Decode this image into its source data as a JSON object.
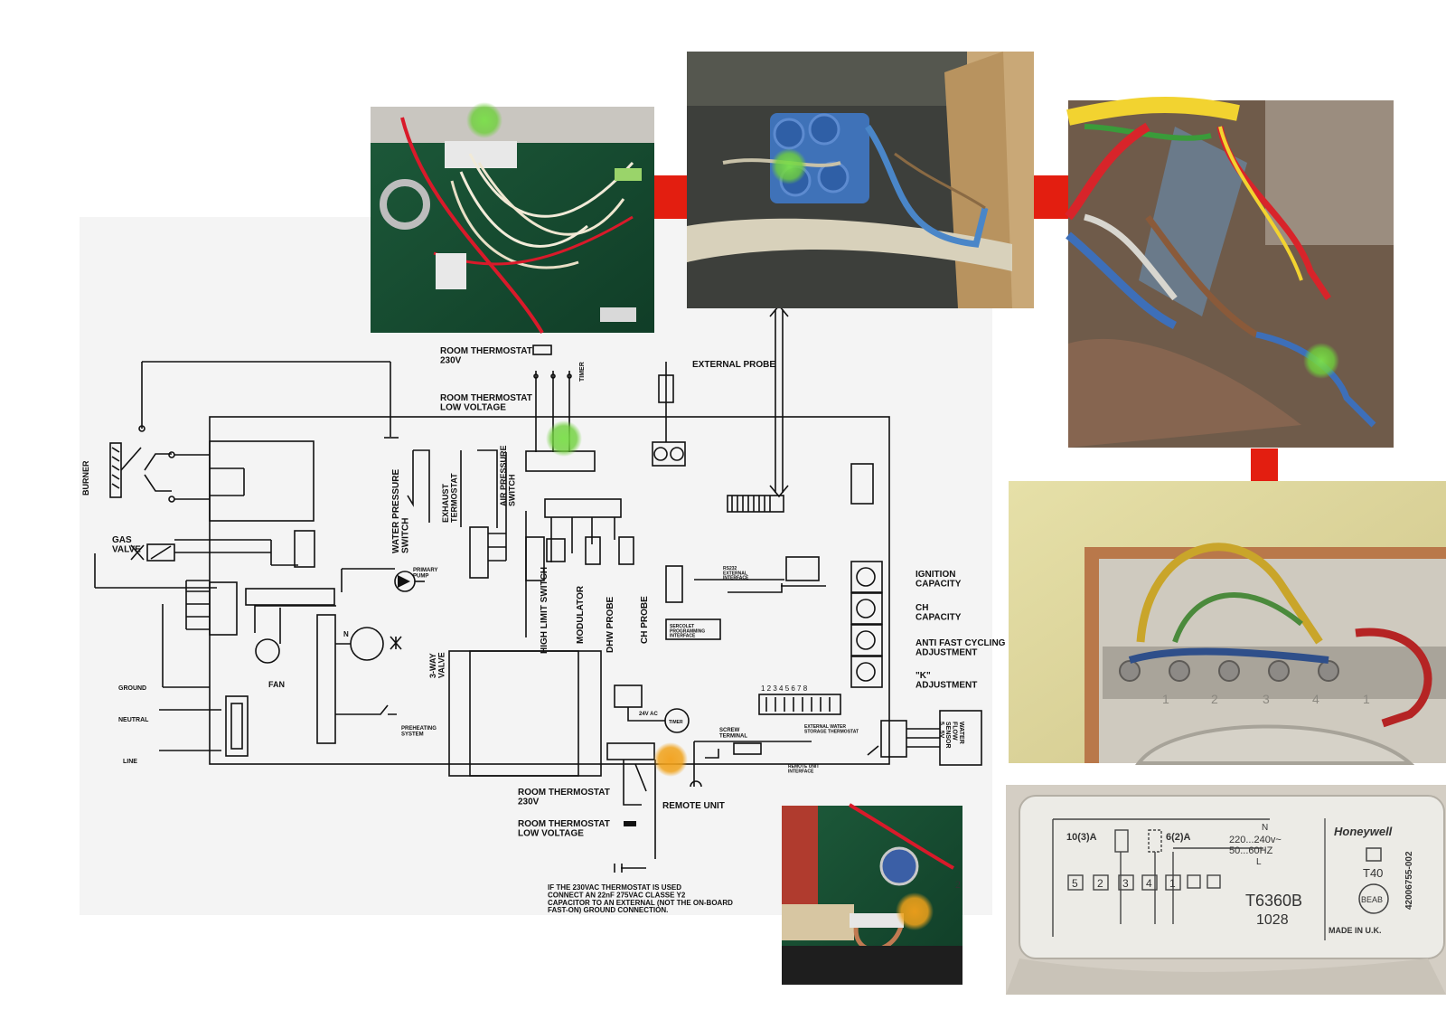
{
  "diagram": {
    "labels": {
      "room_thermostat_230v_top": "ROOM THERMOSTAT\n230V",
      "room_thermostat_low_top": "ROOM THERMOSTAT\nLOW VOLTAGE",
      "timer_top": "TIMER",
      "external_probe": "EXTERNAL PROBE",
      "burner": "BURNER",
      "gas_valve": "GAS\nVALVE",
      "water_pressure_switch": "WATER PRESSURE\nSWITCH",
      "exhaust_termostat": "EXHAUST\nTERMOSTAT",
      "air_pressure_switch": "AIR PRESSURE\nSWITCH",
      "primary_pump": "PRIMARY\nPUMP",
      "high_limit_switch": "HIGH LIMIT SWITCH",
      "modulator": "MODULATOR",
      "dhw_probe": "DHW PROBE",
      "ch_probe": "CH PROBE",
      "rs232": "RS232\nEXTERNAL\nINTERFACE",
      "sercolet": "SERCOLET\nPROGRAMMING\nINTERFACE",
      "ignition_capacity": "IGNITION\nCAPACITY",
      "ch_capacity": "CH\nCAPACITY",
      "anti_fast_cycling": "ANTI FAST CYCLING\nADJUSTMENT",
      "k_adjustment": "\"K\"\nADJUSTMENT",
      "dip_numbers": "1 2 3 4 5 6 7 8",
      "ground": "GROUND",
      "neutral": "NEUTRAL",
      "line": "LINE",
      "fan": "FAN",
      "three_way_valve": "3-WAY\nVALVE",
      "n_label": "N",
      "preheating_system": "PREHEATING\nSYSTEM",
      "v24_ac": "24V AC",
      "timer": "TIMER",
      "screw_terminal": "SCREW\nTERMINAL",
      "ext_water_storage": "EXTERNAL WATER\nSTORAGE THERMOSTAT",
      "remote_unit_interface": "REMOTE UNIT\nINTERFACE",
      "water_flow_sensor": "WATER\nFLOW\nSENSOR\n5...5V",
      "room_thermostat_230v_bottom": "ROOM THERMOSTAT\n230V",
      "room_thermostat_low_bottom": "ROOM THERMOSTAT\nLOW VOLTAGE",
      "remote_unit": "REMOTE UNIT",
      "capacitor_note": "IF THE 230VAC THERMOSTAT IS USED\nCONNECT AN 22nF 275VAC CLASSE Y2\nCAPACITOR TO AN EXTERNAL (NOT THE ON-BOARD\nFAST-ON) GROUND CONNECTION."
    }
  },
  "photos": {
    "honeywell": {
      "brand": "Honeywell",
      "rating_left": "10(3)A",
      "rating_right": "6(2)A",
      "n": "N",
      "l": "L",
      "voltage": "220...240v~",
      "freq": "50...60HZ",
      "terminals": [
        "5",
        "2",
        "3",
        "4",
        "1"
      ],
      "model": "T6360B",
      "code": "1028",
      "t40": "T40",
      "beab": "BEAB",
      "made_in": "MADE IN U.K.",
      "serial": "42006755-002"
    },
    "timer_terminals": [
      "1",
      "2",
      "3",
      "4",
      "1"
    ],
    "partial_label": "2"
  },
  "colors": {
    "connector_red": "#e31e10",
    "marker_green": "#6fcf3c",
    "marker_orange": "#f0a21a"
  }
}
